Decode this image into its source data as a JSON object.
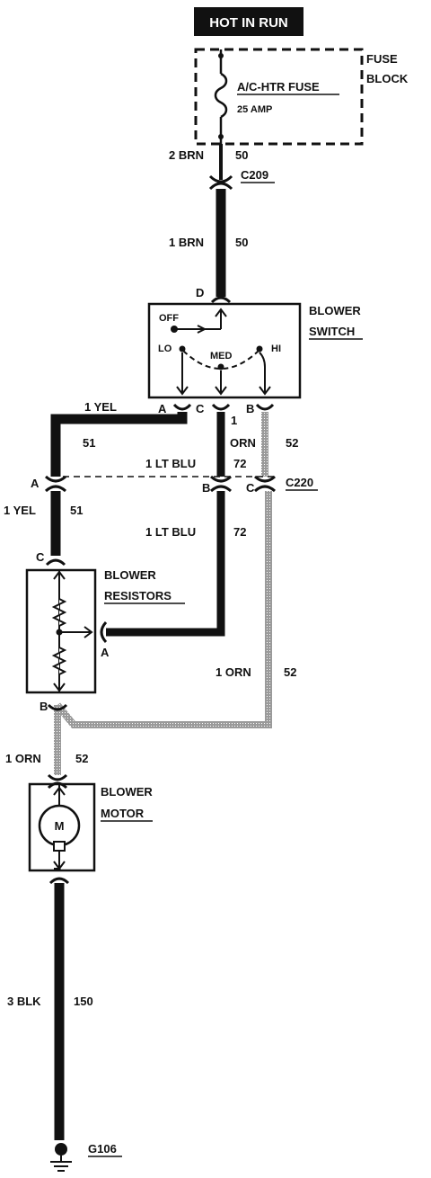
{
  "header": {
    "title": "HOT IN RUN"
  },
  "fuse_block": {
    "label_line1": "FUSE",
    "label_line2": "BLOCK",
    "fuse_name": "A/C-HTR FUSE",
    "fuse_rating": "25 AMP"
  },
  "wires": {
    "brn_top": {
      "size_color": "2 BRN",
      "circuit": "50"
    },
    "brn_mid": {
      "size_color": "1 BRN",
      "circuit": "50"
    },
    "yel_upper": {
      "size_color": "1 YEL",
      "circuit": "51"
    },
    "yel_lower": {
      "size_color": "1 YEL",
      "circuit": "51"
    },
    "ltblu_upper": {
      "size_color": "1 LT BLU",
      "circuit": "72"
    },
    "ltblu_lower": {
      "size_color": "1 LT BLU",
      "circuit": "72"
    },
    "orn_switch_num": "1",
    "orn_switch_color": "ORN",
    "orn_switch_circuit": "52",
    "orn_mid": {
      "size_color": "1 ORN",
      "circuit": "52"
    },
    "orn_motor": {
      "size_color": "1 ORN",
      "circuit": "52"
    },
    "blk_ground": {
      "size_color": "3 BLK",
      "circuit": "150"
    }
  },
  "connectors": {
    "c209": "C209",
    "c220": "C220",
    "switch_d": "D",
    "switch_a": "A",
    "switch_c": "C",
    "switch_b": "B",
    "c220_a": "A",
    "c220_b": "B",
    "c220_c": "C",
    "resistor_c": "C",
    "resistor_a": "A",
    "resistor_b": "B"
  },
  "blower_switch": {
    "label_line1": "BLOWER",
    "label_line2": "SWITCH",
    "off": "OFF",
    "lo": "LO",
    "med": "MED",
    "hi": "HI"
  },
  "blower_resistors": {
    "label_line1": "BLOWER",
    "label_line2": "RESISTORS"
  },
  "blower_motor": {
    "label_line1": "BLOWER",
    "label_line2": "MOTOR",
    "symbol": "M"
  },
  "ground": {
    "label": "G106"
  }
}
